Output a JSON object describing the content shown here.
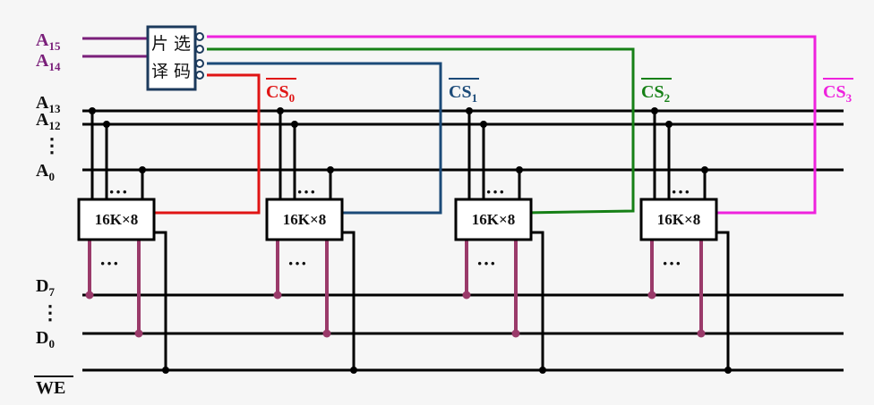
{
  "colors": {
    "bus": "#000000",
    "msb_line": "#7a1f7a",
    "data_line": "#9a3a6a",
    "decoder_border": "#1c3a5c",
    "cs0": "#e01414",
    "cs1": "#1b4a78",
    "cs2": "#168016",
    "cs3": "#ee22dd"
  },
  "decoder": {
    "line1": "片 选",
    "line2": "译 码"
  },
  "inputs": {
    "a15": {
      "base": "A",
      "sub": "15"
    },
    "a14": {
      "base": "A",
      "sub": "14"
    }
  },
  "address_labels": {
    "a13": {
      "base": "A",
      "sub": "13"
    },
    "a12": {
      "base": "A",
      "sub": "12"
    },
    "a0": {
      "base": "A",
      "sub": "0"
    }
  },
  "data_labels": {
    "d7": {
      "base": "D",
      "sub": "7"
    },
    "d0": {
      "base": "D",
      "sub": "0"
    }
  },
  "we_label": "WE",
  "ellipsis_v": "⋮",
  "ellipsis_h": "···",
  "chips": [
    {
      "label": "16K×8",
      "cs": {
        "base": "CS",
        "sub": "0"
      }
    },
    {
      "label": "16K×8",
      "cs": {
        "base": "CS",
        "sub": "1"
      }
    },
    {
      "label": "16K×8",
      "cs": {
        "base": "CS",
        "sub": "2"
      }
    },
    {
      "label": "16K×8",
      "cs": {
        "base": "CS",
        "sub": "3"
      }
    }
  ]
}
